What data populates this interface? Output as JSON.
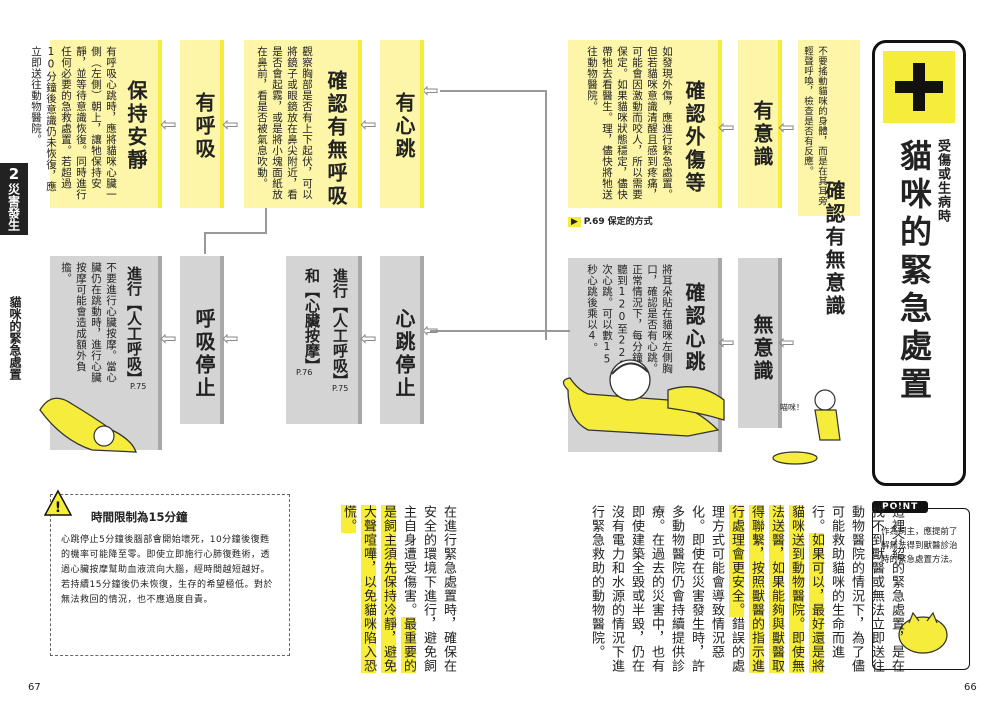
{
  "chapter": {
    "number": "2",
    "title": "災害發生",
    "subtitle": "貓咪的緊急處置"
  },
  "header": {
    "pre": "受傷或生病時",
    "title": "貓咪的緊急處置"
  },
  "flow": {
    "check_conscious": {
      "title": "確認有無意識",
      "body": "不要搖動貓咪的身體，而是在其耳旁輕聲呼喚，檢查是否有反應。"
    },
    "conscious": "有意識",
    "unconscious": "無意識",
    "check_injury": {
      "title": "確認外傷等",
      "body": "如發現外傷，應進行緊急處置。但若貓咪意識清醒且感到疼痛，可能會因激動而咬人，所以需要保定。如果貓咪狀態穩定，儘快帶牠去看醫生。理，儘快將牠送往動物醫院。"
    },
    "hold_ref": {
      "page": "P.69",
      "text": "保定的方式"
    },
    "check_heart": {
      "title": "確認心跳",
      "body": "將耳朵貼在貓咪左側胸口，確認是否有心跳。正常情況下，每分鐘應聽到120至220次心跳。可以數15秒心跳後乘以4。"
    },
    "heartbeat": "有心跳",
    "no_heartbeat": "心跳停止",
    "check_breath": {
      "title": "確認有無呼吸",
      "body": "觀察胸部是否有上下起伏，可以將鏡子或眼鏡放在鼻尖附近，看是否會起霧，或是將小塊面紙放在鼻前，看是否被氣息吹動。"
    },
    "breathing": "有呼吸",
    "no_breathing": "呼吸停止",
    "keep_calm": {
      "title": "保持安靜",
      "body": "有呼吸心跳時，應將貓咪心臟一側（左側）朝上，讓牠保持安靜，並等待意識恢復。同時進行任何必要的急救處置。若超過10分鐘後意識仍未恢復，應立即送往動物醫院。"
    },
    "cpr_heart": {
      "title": "進行【人工呼吸】和【心臟按摩】",
      "ref1": "P.75",
      "ref2": "P.76"
    },
    "cpr_breath": {
      "title": "進行【人工呼吸】",
      "ref": "P.75",
      "body": "不要進行心臟按摩。當心臟仍在跳動時，進行心臟按摩可能會造成額外負擔。"
    }
  },
  "meow": "喵咪！",
  "point": {
    "label": "POINT",
    "text": "作為飼主，應提前了解無法得到獸醫診治時的緊急處置方法。"
  },
  "body_right": {
    "p1": "這裡介紹的緊急處置，是在找不到獸醫或無法立即送往動物醫院的情況下，為了儘可能救助貓咪的生命而進行。",
    "h1": "如果可以，最好還是將貓咪送到動物醫院。即使無法送醫，如果能夠與獸醫取得聯繫，按照獸醫的指示進行處理會更安全。",
    "p2": "錯誤的處理方式可能會導致情況惡化。即使在災害發生時，許多動物醫院仍會持續提供診療。在過去的災害中，也有即使建築全毀或半毀，仍在沒有電力和水源的情況下進行緊急救助的動物醫院。"
  },
  "body_left": {
    "p1": "在進行緊急處置時，確保在安全的環境下進行，避免飼主自身遭受傷害。",
    "h1": "最重要的是飼主須先保持冷靜，避免大聲喧嘩，以免貓咪陷入恐慌。"
  },
  "notice": {
    "title": "時間限制為15分鐘",
    "text": "心跳停止5分鐘後腦部會開始壞死，10分鐘後復甦的機率可能降至零。即使立即施行心肺復甦術，透過心臟按摩幫助血液流向大腦，經時間越短越好。若持續15分鐘後仍未恢復，生存的希望極低。對於無法救回的情況，也不應過度自責。"
  },
  "page_numbers": {
    "left": "67",
    "right": "66"
  },
  "colors": {
    "yellow": "#f6ec3b",
    "pale_yellow": "#fdf6a8",
    "gray": "#d4d4d4",
    "dark_gray": "#a8a8a8"
  }
}
